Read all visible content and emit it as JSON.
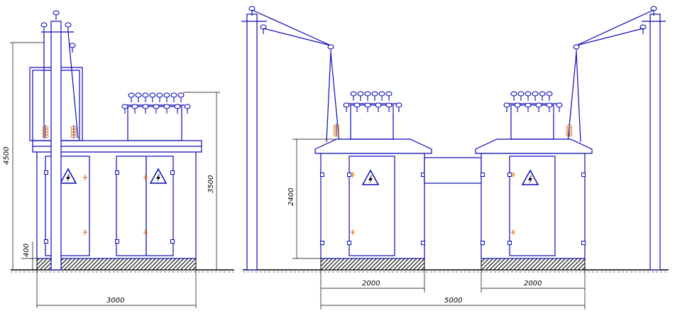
{
  "drawing": {
    "dims": {
      "overall_height": "4500",
      "enclosure_height": "3500",
      "foundation_height": "400",
      "left_width": "3000",
      "right_height": "2400",
      "unit_width_a": "2000",
      "unit_width_b": "2000",
      "total_width": "5000"
    }
  },
  "icons": {
    "warning": "high-voltage-warning-icon"
  },
  "colors": {
    "line": "#0a0ab4",
    "ground": "#000000",
    "accent_orange": "#e07a20"
  }
}
